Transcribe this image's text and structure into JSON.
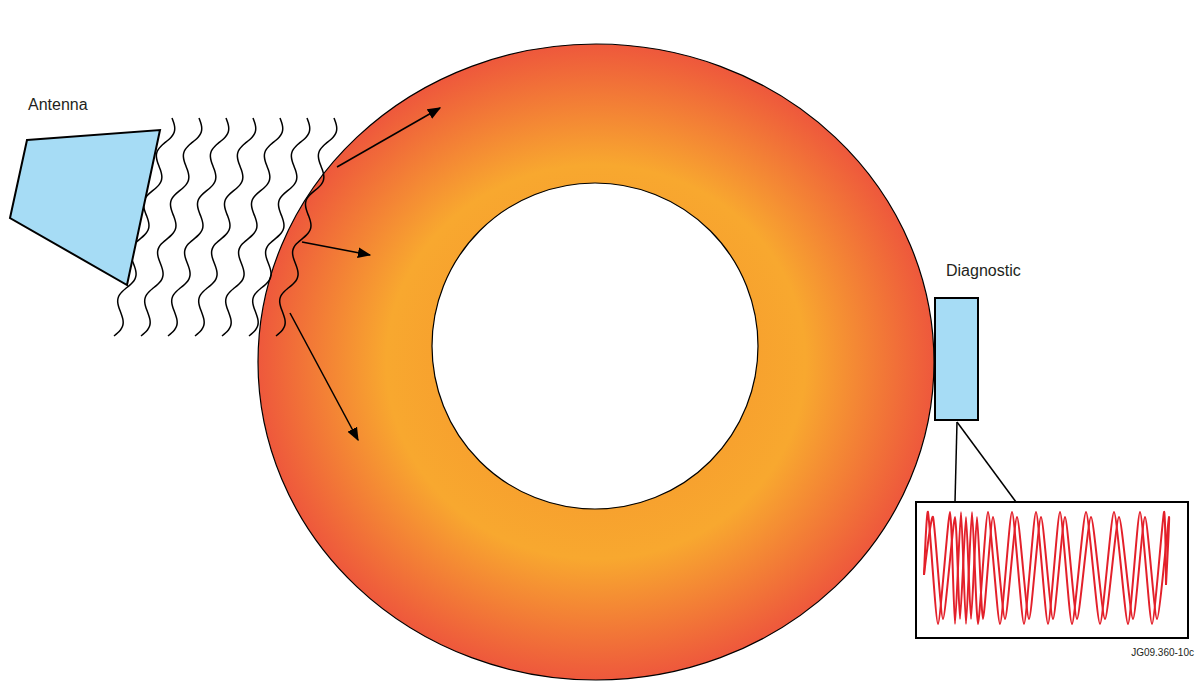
{
  "diagram": {
    "nodes": [
      {
        "text": [
          "Antenna"
        ]
      },
      {
        "text": [
          "Diagnostic"
        ]
      }
    ],
    "labels": [
      "JG09.360-10c"
    ]
  }
}
